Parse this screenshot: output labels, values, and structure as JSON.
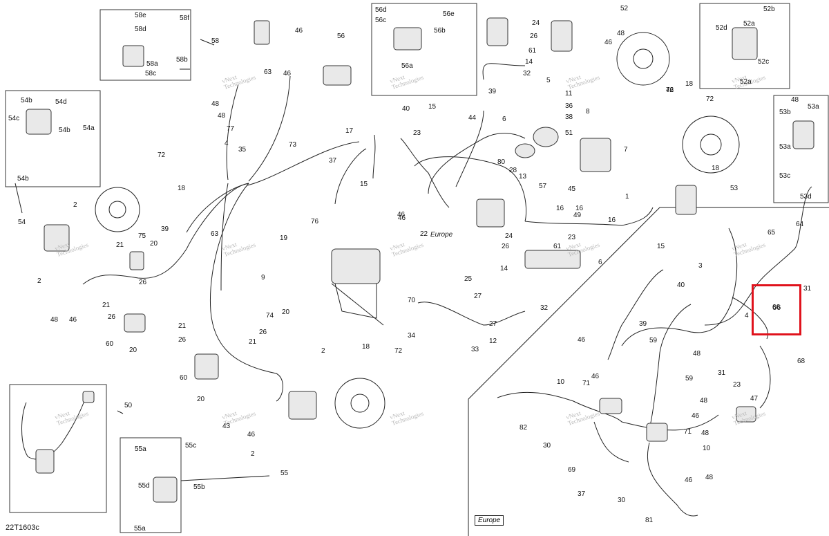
{
  "diagram": {
    "code": "22T1603c",
    "region_label": "Europe",
    "region_box_label": "Europe",
    "watermark_line1": "vNext",
    "watermark_line2": "Technologies",
    "highlight_label": "66",
    "colors": {
      "highlight": "#e0121c",
      "line": "#222222",
      "watermark": "#b8b8b8"
    },
    "callouts": [
      "58e",
      "58f",
      "58d",
      "58c",
      "58a",
      "58b",
      "58",
      "46",
      "56d",
      "56e",
      "56c",
      "56b",
      "56",
      "56a",
      "24",
      "26",
      "61",
      "14",
      "32",
      "52",
      "48",
      "46",
      "52b",
      "52d",
      "52a",
      "52c",
      "52a",
      "18",
      "72",
      "54b",
      "54d",
      "54c",
      "54b",
      "54a",
      "54b",
      "63",
      "46",
      "48",
      "48",
      "77",
      "73",
      "39",
      "6",
      "15",
      "40",
      "5",
      "11",
      "36",
      "38",
      "51",
      "28",
      "13",
      "17",
      "23",
      "44",
      "80",
      "46",
      "37",
      "4",
      "35",
      "72",
      "18",
      "2",
      "39",
      "54",
      "75",
      "20",
      "21",
      "26",
      "2",
      "48",
      "46",
      "21",
      "26",
      "60",
      "20",
      "63",
      "19",
      "76",
      "15",
      "46",
      "57",
      "22",
      "24",
      "23",
      "26",
      "61",
      "1",
      "16",
      "8",
      "7",
      "16",
      "45",
      "49",
      "16",
      "15",
      "46",
      "72",
      "18",
      "53",
      "48",
      "53a",
      "53b",
      "53c",
      "53d",
      "53a",
      "9",
      "74",
      "26",
      "21",
      "20",
      "21",
      "26",
      "60",
      "20",
      "25",
      "27",
      "70",
      "34",
      "27",
      "12",
      "33",
      "14",
      "32",
      "6",
      "2",
      "43",
      "46",
      "2",
      "55",
      "55a",
      "55c",
      "55b",
      "55d",
      "55a",
      "50",
      "18",
      "72",
      "65",
      "64",
      "3",
      "31",
      "40",
      "66",
      "4",
      "39",
      "46",
      "59",
      "48",
      "31",
      "68",
      "10",
      "71",
      "46",
      "59",
      "48",
      "46",
      "23",
      "47",
      "48",
      "82",
      "30",
      "69",
      "30",
      "37",
      "81",
      "10",
      "71",
      "46",
      "48"
    ]
  }
}
